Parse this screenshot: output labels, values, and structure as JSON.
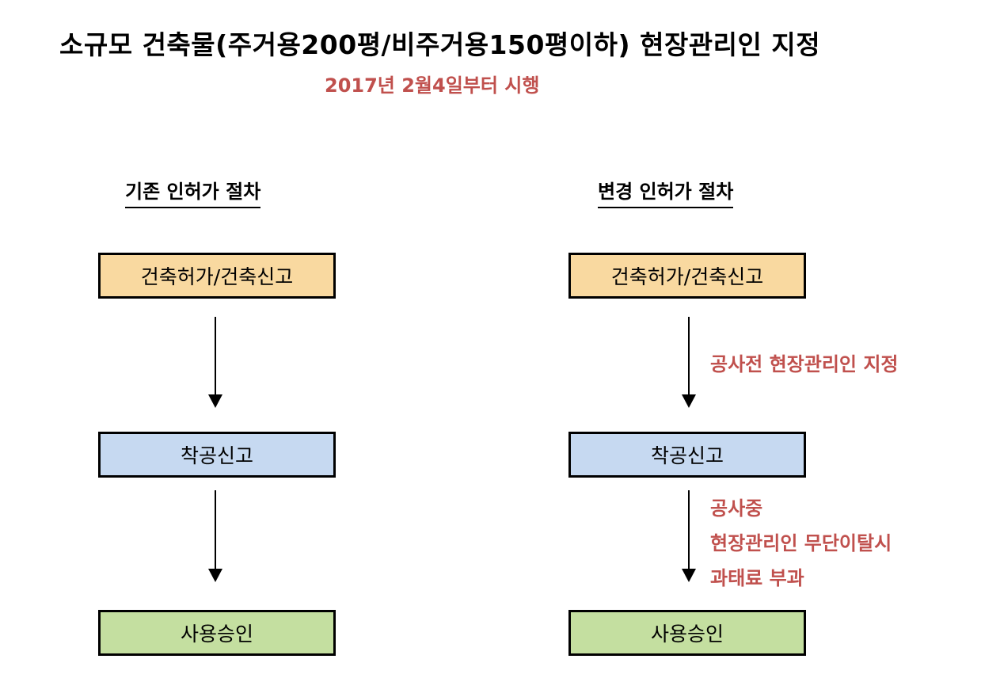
{
  "title": "소규모 건축물(주거용200평/비주거용150평이하) 현장관리인 지정",
  "subtitle": "2017년 2월4일부터 시행",
  "colors": {
    "accent_red": "#c0504d",
    "permit_box": "#f9d9a0",
    "start_box": "#c6d9f1",
    "approval_box": "#c4dfa0"
  },
  "left": {
    "heading": "기존 인허가 절차",
    "step1": "건축허가/건축신고",
    "step2": "착공신고",
    "step3": "사용승인"
  },
  "right": {
    "heading": "변경 인허가 절차",
    "step1": "건축허가/건축신고",
    "step2": "착공신고",
    "step3": "사용승인",
    "note1": "공사전 현장관리인 지정",
    "note2_line1": "공사중",
    "note2_line2": "현장관리인 무단이탈시",
    "note2_line3": "과태료 부과"
  }
}
